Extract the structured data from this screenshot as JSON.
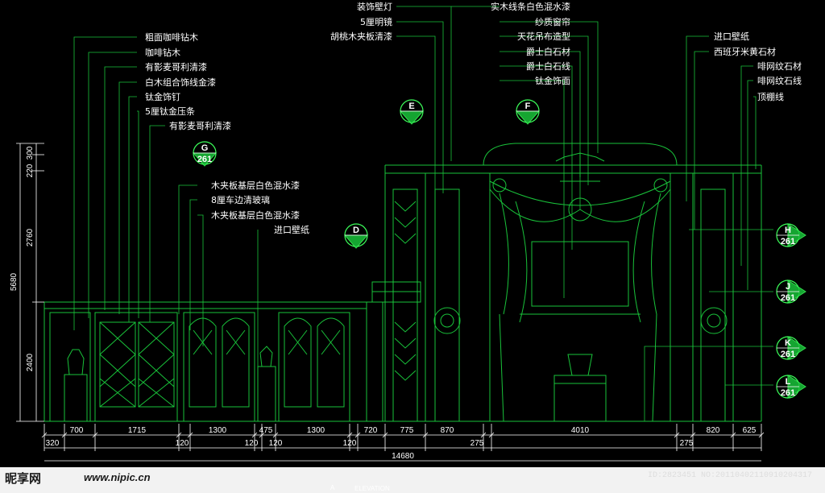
{
  "drawing": {
    "labels_left": [
      "粗面咖啡钻木",
      "咖啡钻木",
      "有影麦哥利清漆",
      "白木组合饰线金漆",
      "钛金饰钉",
      "5厘钛金压条",
      "有影麦哥利清漆"
    ],
    "labels_mid_left": [
      "木夹板基层白色混水漆",
      "8厘车边清玻璃",
      "木夹板基层白色混水漆",
      "进口壁纸"
    ],
    "labels_top_mid": [
      "装饰壁灯",
      "5厘明镜",
      "胡桃木夹板清漆"
    ],
    "labels_top_right": [
      "实木线条白色混水漆",
      "纱质窗帘",
      "天花吊布造型",
      "爵士白石材",
      "爵士白石线",
      "钛金饰面"
    ],
    "labels_right": [
      "进口壁纸",
      "西班牙米黄石材",
      "啡网纹石材",
      "啡网纹石线",
      "顶棚线"
    ],
    "markers": [
      {
        "letter": "G",
        "num": "261"
      },
      {
        "letter": "E",
        "num": ""
      },
      {
        "letter": "F",
        "num": ""
      },
      {
        "letter": "D",
        "num": ""
      },
      {
        "letter": "H",
        "num": "261"
      },
      {
        "letter": "J",
        "num": "261"
      },
      {
        "letter": "K",
        "num": "261"
      },
      {
        "letter": "L",
        "num": "261"
      }
    ],
    "dims_row1": [
      "700",
      "1715",
      "1300",
      "475",
      "1300",
      "720",
      "775",
      "870",
      "4010",
      "820",
      "625"
    ],
    "dims_row2": [
      "320",
      "120",
      "120",
      "120",
      "120",
      "275",
      "275"
    ],
    "dim_total": "14680",
    "dims_vertical": [
      "220",
      "300",
      "2760",
      "5680",
      "2400"
    ],
    "title_letter": "A",
    "title_text": "ELEVATION"
  },
  "watermark": {
    "logo": "昵享网",
    "url": "www.nipic.cn",
    "id": "ID:2823451 NO:20110402110910204317"
  },
  "colors": {
    "line": "#19c23a",
    "bright": "#3cff5a",
    "dim": "#ffffff",
    "bg": "#000000"
  }
}
